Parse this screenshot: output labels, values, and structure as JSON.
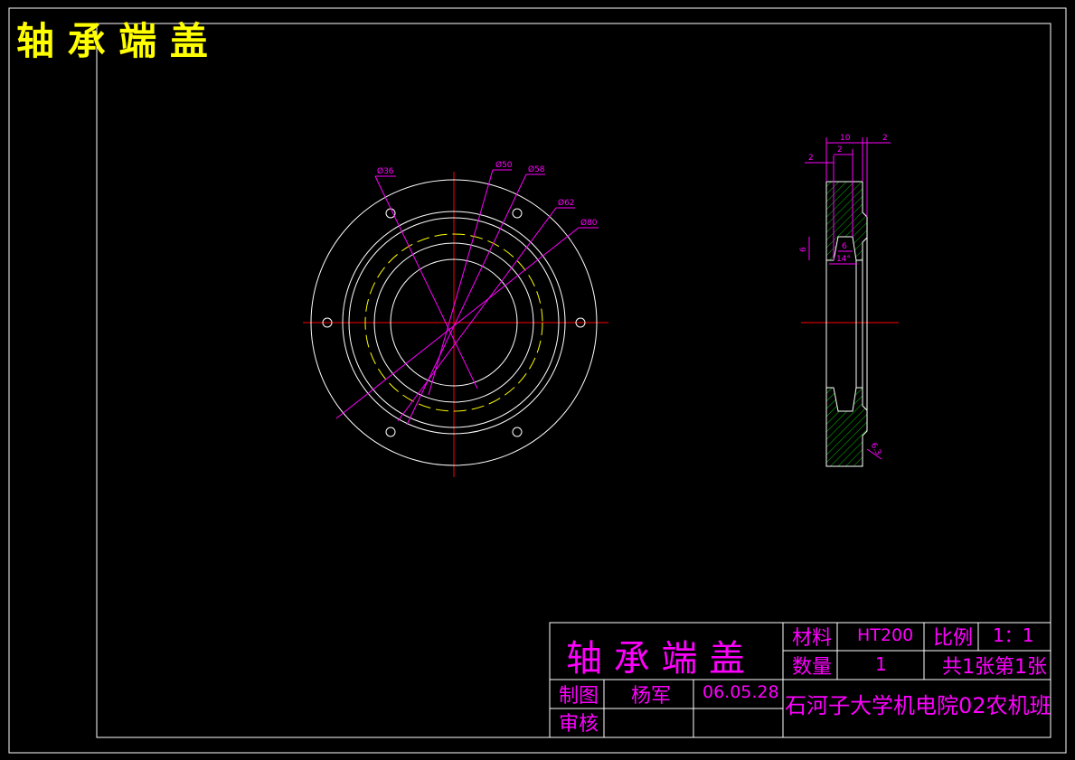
{
  "header": {
    "title": "轴 承 端 盖"
  },
  "colors": {
    "background": "#000000",
    "frame": "#ffffff",
    "dimension": "#ff00ff",
    "centerline": "#ff0000",
    "pitch_circle": "#ffff00",
    "hatch": "#00c000",
    "title_text": "#ffff00"
  },
  "front_view": {
    "diameter_labels": [
      "Ø36",
      "Ø50",
      "Ø58",
      "Ø62",
      "Ø80"
    ]
  },
  "section_view": {
    "dims": {
      "overall": "10",
      "right": "2",
      "left": "2",
      "mid": "2",
      "groove_depth": "6",
      "groove_width": "6",
      "groove_angle": "14°",
      "roughness": "6.3"
    }
  },
  "title_block": {
    "part_name": "轴 承 端 盖",
    "material_label": "材料",
    "material_value": "HT200",
    "scale_label": "比例",
    "scale_value": "1：1",
    "quantity_label": "数量",
    "quantity_value": "1",
    "sheet_info": "共1张第1张",
    "drawn_label": "制图",
    "drawn_by": "杨军",
    "date": "06.05.28",
    "checked_label": "审核",
    "organization": "石河子大学机电院02农机班"
  }
}
